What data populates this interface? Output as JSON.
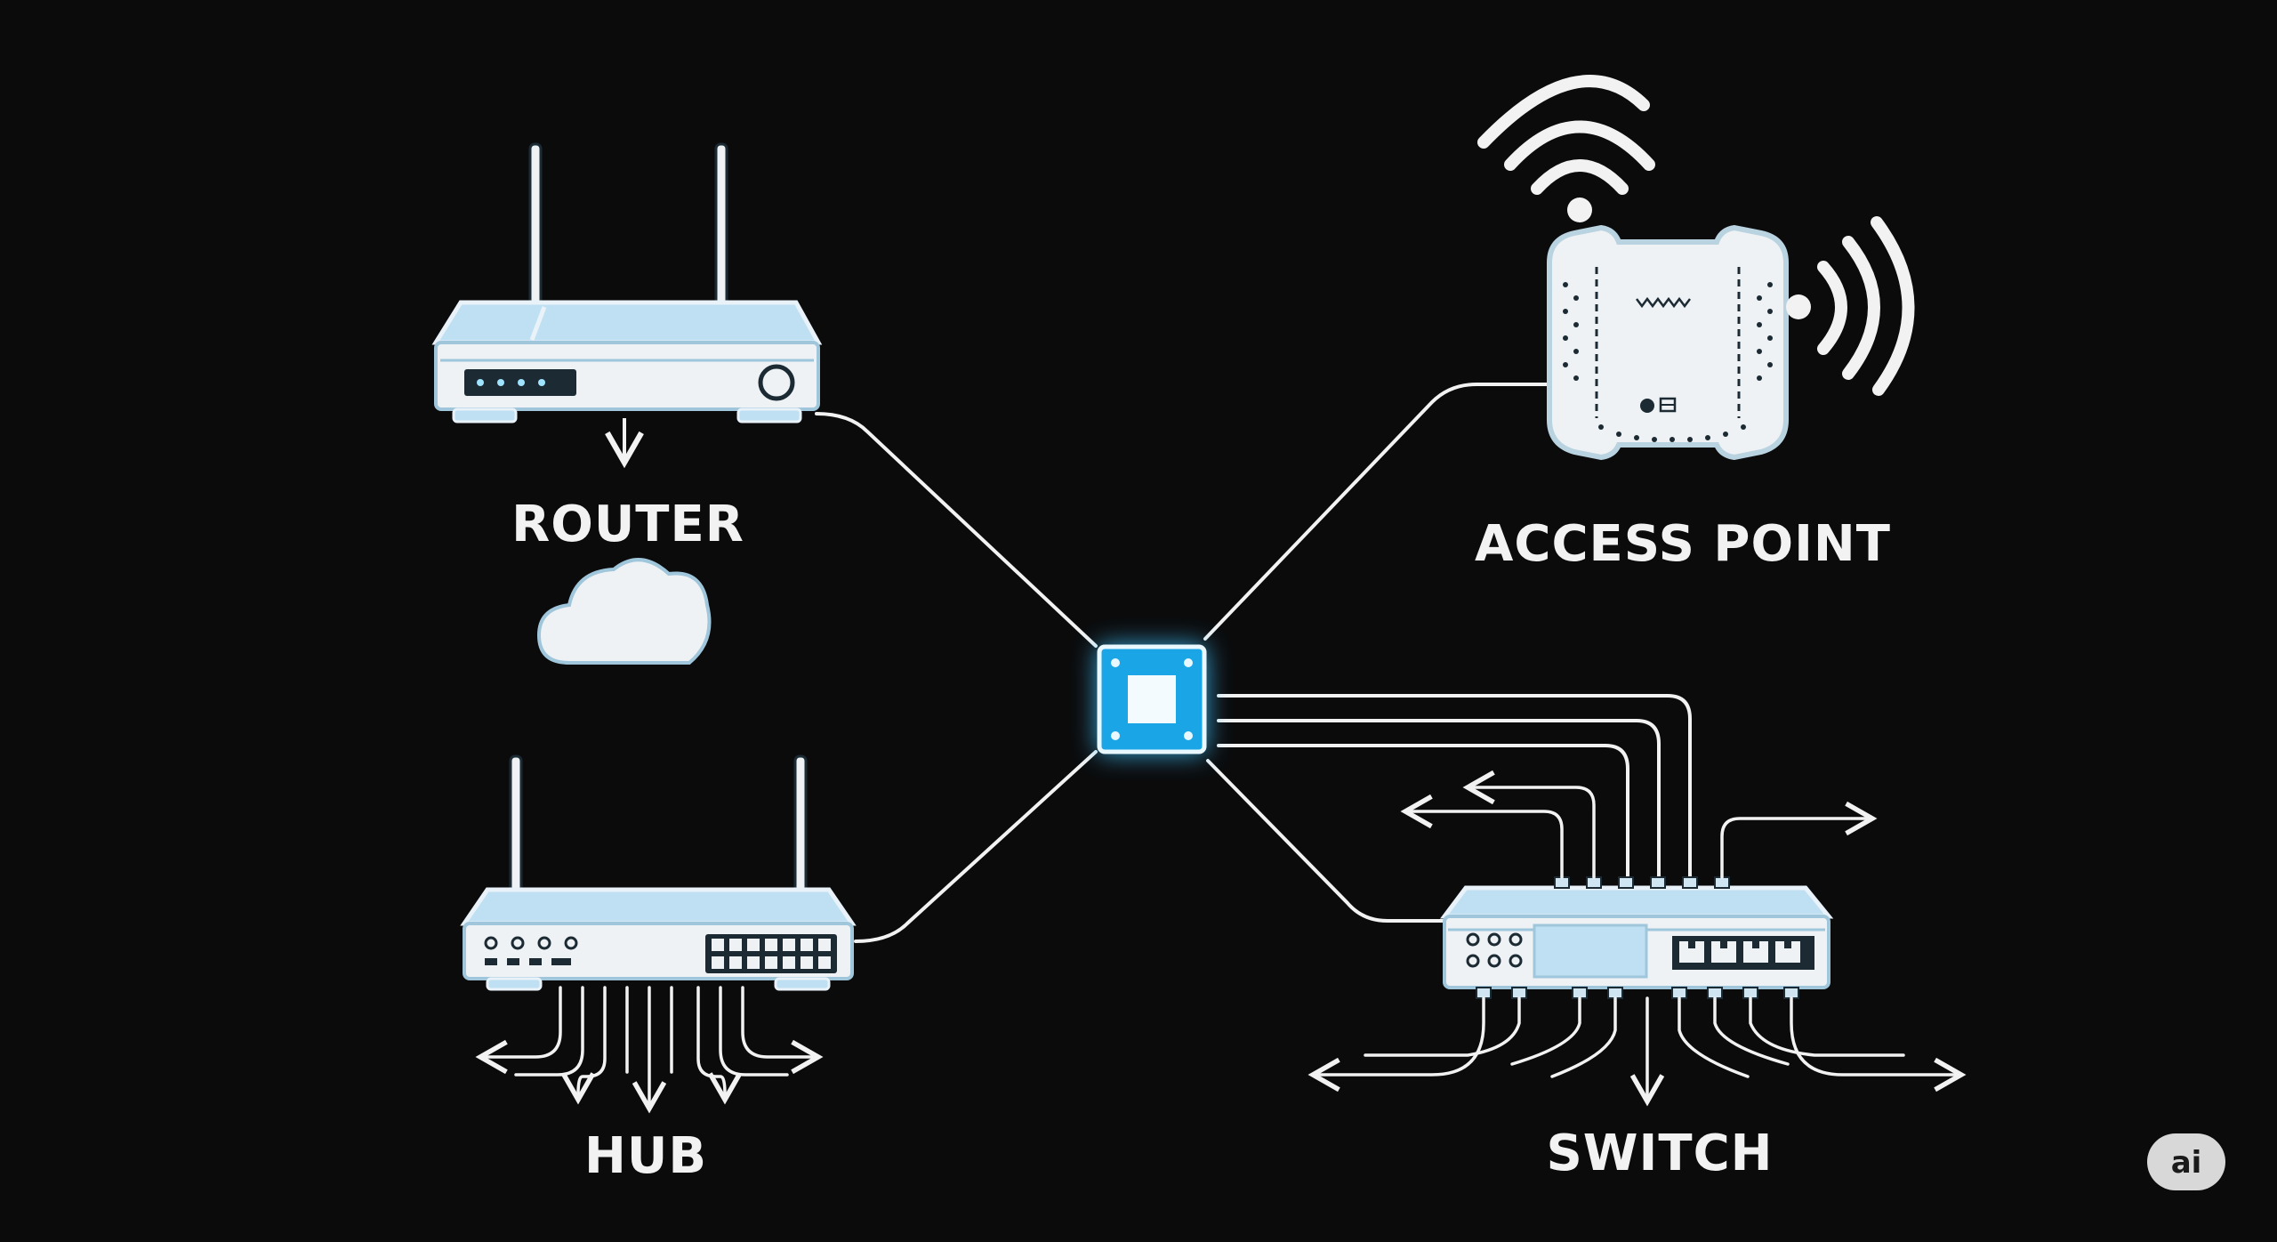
{
  "diagram": {
    "labels": {
      "router": "ROUTER",
      "access_point": "ACCESS POINT",
      "hub": "HUB",
      "switch": "SWITCH"
    },
    "badge": "ai",
    "colors": {
      "background": "#0b0b0c",
      "device_fill": "#eef2f5",
      "device_accent": "#bfe0f2",
      "outline": "#1b2a33",
      "glow": "#3fc4ff",
      "line": "#f2f2f2"
    },
    "icons": [
      "router-icon",
      "cloud-icon",
      "access-point-icon",
      "wifi-icon",
      "hub-icon",
      "switch-icon",
      "central-node-icon"
    ]
  }
}
